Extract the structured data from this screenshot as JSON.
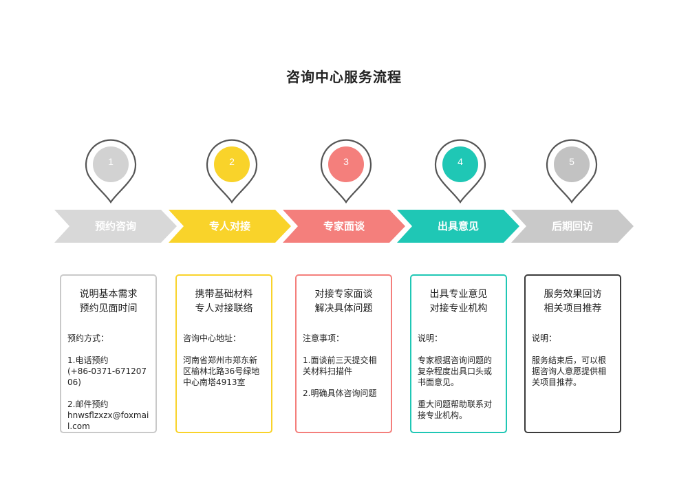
{
  "title": "咨询中心服务流程",
  "steps": [
    {
      "number": "1",
      "stage": "预约咨询",
      "color": "#d2d2d2",
      "arrow_color": "#d8d8d8",
      "border_color": "#c9c9c9",
      "heading": "说明基本需求\n预约见面时间",
      "subheading": "预约方式：",
      "items": [
        "1.电话预约\n(+86-0371-67120706)",
        "2.邮件预约\nhnwsflzxzx@foxmail.com"
      ]
    },
    {
      "number": "2",
      "stage": "专人对接",
      "color": "#f9d32a",
      "arrow_color": "#f9d32a",
      "border_color": "#f9d32a",
      "heading": "携带基础材料\n专人对接联络",
      "subheading": "咨询中心地址：",
      "items": [
        "河南省郑州市郑东新区榆林北路36号绿地中心南塔4913室"
      ]
    },
    {
      "number": "3",
      "stage": "专家面谈",
      "color": "#f47f7c",
      "arrow_color": "#f47f7c",
      "border_color": "#f47f7c",
      "heading": "对接专家面谈\n解决具体问题",
      "subheading": "注意事项：",
      "items": [
        "1.面谈前三天提交相关材料扫描件",
        "2.明确具体咨询问题"
      ]
    },
    {
      "number": "4",
      "stage": "出具意见",
      "color": "#1fc7b5",
      "arrow_color": "#1fc7b5",
      "border_color": "#1fc7b5",
      "heading": "出具专业意见\n对接专业机构",
      "subheading": "说明：",
      "items": [
        "专家根据咨询问题的复杂程度出具口头或书面意见。",
        "重大问题帮助联系对接专业机构。"
      ]
    },
    {
      "number": "5",
      "stage": "后期回访",
      "color": "#c2c2c2",
      "arrow_color": "#c9c9c9",
      "border_color": "#3b3b3b",
      "heading": "服务效果回访\n相关项目推荐",
      "subheading": "说明：",
      "items": [
        "服务结束后，可以根据咨询人意愿提供相关项目推荐。"
      ]
    }
  ]
}
